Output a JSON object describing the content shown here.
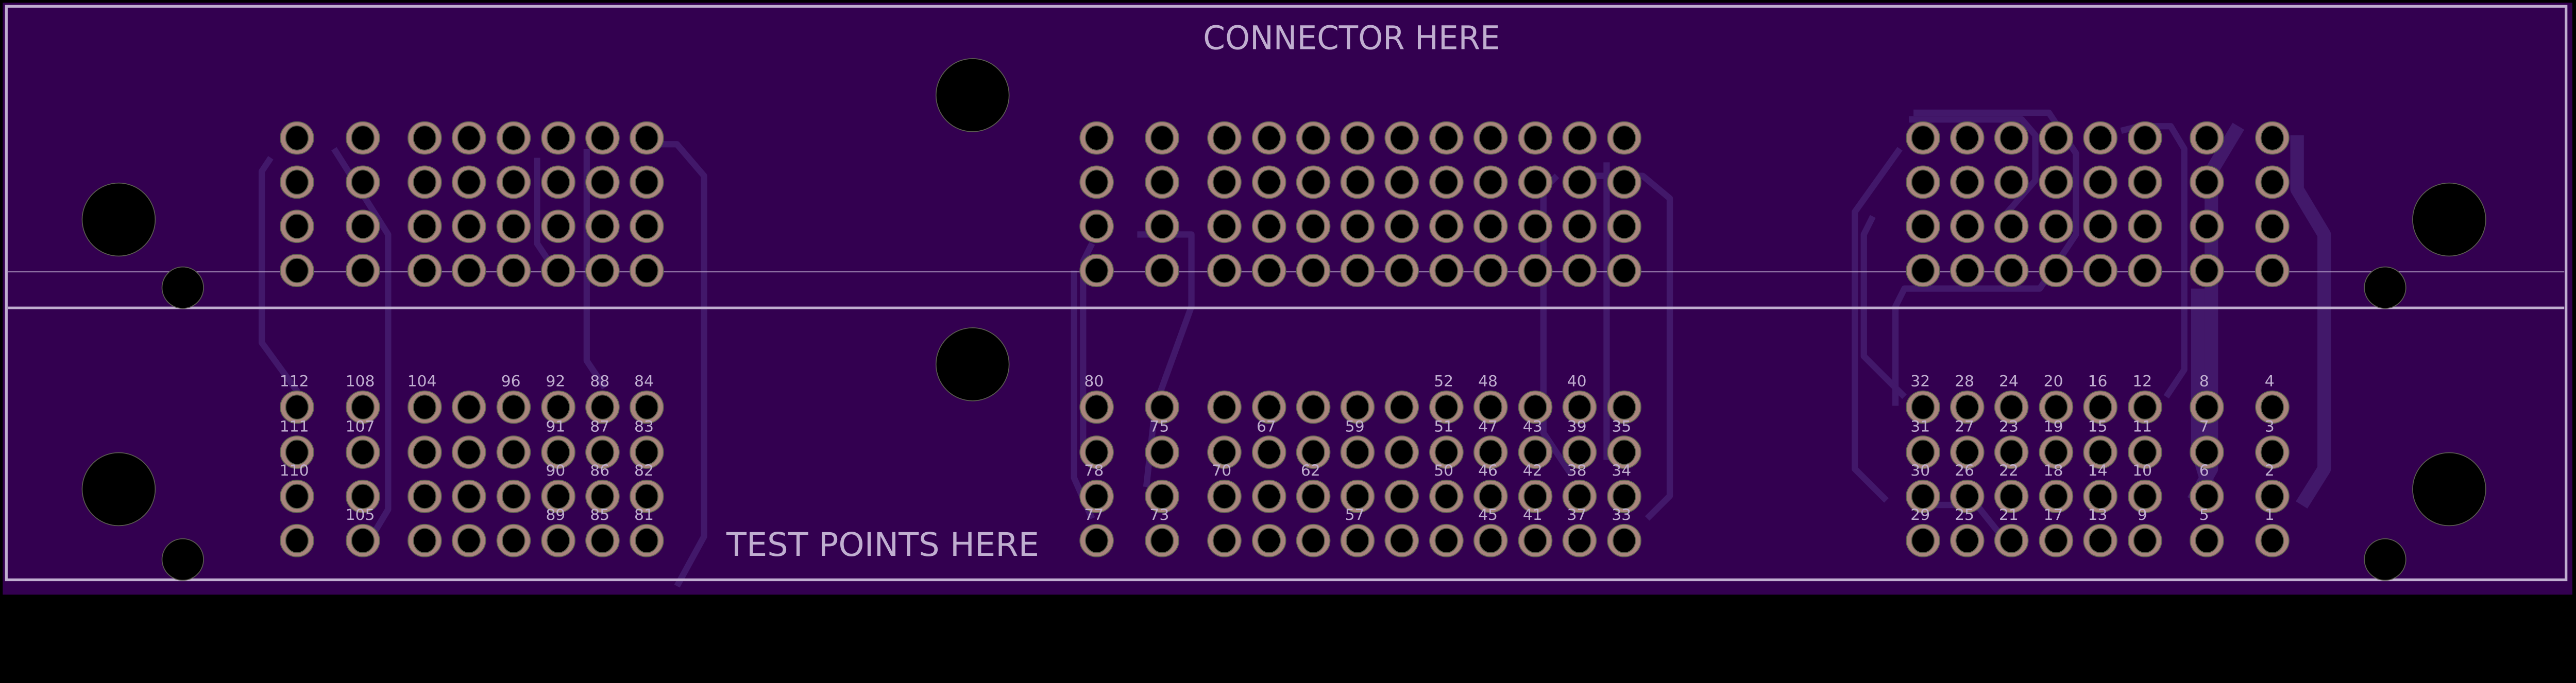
{
  "board": {
    "top_label": "CONNECTOR HERE",
    "bottom_label": "TEST POINTS HERE",
    "colors": {
      "substrate": "#330050",
      "trace": "#42186a",
      "silkscreen": "#c0aed0",
      "pad_ring": "#a8847c",
      "drill": "#000000",
      "outline": "#c0aed0"
    }
  },
  "test_point_labels": {
    "left": [
      [
        "112",
        "108",
        "104",
        null,
        "96",
        "92",
        "88",
        "84"
      ],
      [
        "111",
        "107",
        null,
        null,
        null,
        "91",
        "87",
        "83"
      ],
      [
        "110",
        null,
        null,
        null,
        null,
        "90",
        "86",
        "82"
      ],
      [
        null,
        "105",
        null,
        null,
        null,
        "89",
        "85",
        "81"
      ]
    ],
    "middle": [
      [
        "80",
        null,
        null,
        null,
        null,
        null,
        null,
        "52",
        "48",
        null,
        "40",
        null
      ],
      [
        null,
        "75",
        null,
        "67",
        null,
        "59",
        null,
        "51",
        "47",
        "43",
        "39",
        "35"
      ],
      [
        "78",
        null,
        "70",
        null,
        "62",
        null,
        null,
        "50",
        "46",
        "42",
        "38",
        "34"
      ],
      [
        "77",
        "73",
        null,
        null,
        null,
        "57",
        null,
        null,
        "45",
        "41",
        "37",
        "33"
      ]
    ],
    "right": [
      [
        "32",
        "28",
        "24",
        "20",
        "16",
        "12",
        "8",
        "4"
      ],
      [
        "31",
        "27",
        "23",
        "19",
        "15",
        "11",
        "7",
        "3"
      ],
      [
        "30",
        "26",
        "22",
        "18",
        "14",
        "10",
        "6",
        "2"
      ],
      [
        "29",
        "25",
        "21",
        "17",
        "13",
        "9",
        "5",
        "1"
      ]
    ]
  }
}
